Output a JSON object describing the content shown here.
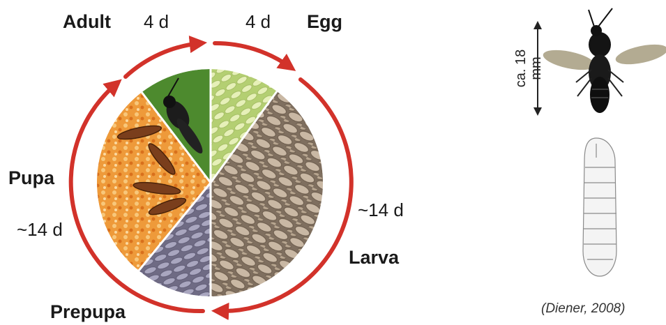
{
  "stages": {
    "adult": "Adult",
    "egg": "Egg",
    "larva": "Larva",
    "prepupa": "Prepupa",
    "pupa": "Pupa"
  },
  "durations": {
    "adult": "4 d",
    "egg": "4 d",
    "larva": "~14 d",
    "pupa": "~14 d"
  },
  "scale_bar": {
    "line1": "ca. 18",
    "line2": "mm"
  },
  "citation": "(Diener, 2008)",
  "colors": {
    "cycle_arrow": "#d2322a",
    "adult_bg": "#4d8a2e",
    "egg_bg": "#c6d98a",
    "larva_bg": "#8e7b68",
    "prepupa_bg": "#7e7a92",
    "pupa_bg": "#e8892c"
  }
}
